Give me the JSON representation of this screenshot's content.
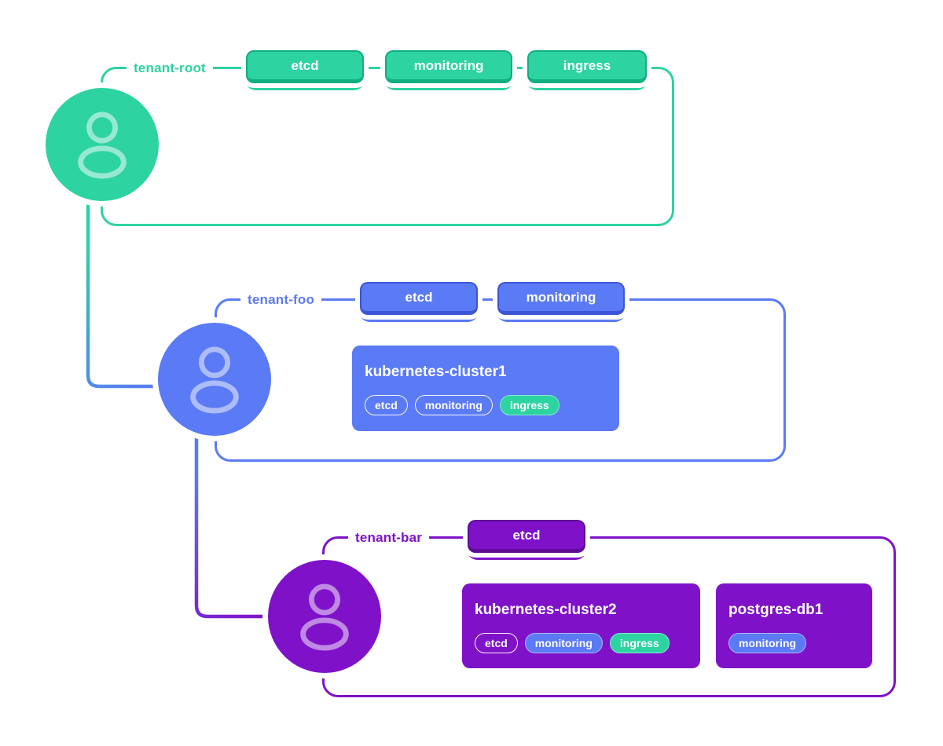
{
  "colors": {
    "green": "#2ed3a2",
    "green_dark": "#10ae80",
    "blue": "#5b7af5",
    "blue_dark": "#3c55d6",
    "purple": "#7f12c9",
    "purple_dark": "#5d0b96",
    "badge_text": "#ffffff"
  },
  "tenants": [
    {
      "label": "tenant-root",
      "color": "green",
      "tabs": [
        "etcd",
        "monitoring",
        "ingress"
      ],
      "cards": []
    },
    {
      "label": "tenant-foo",
      "color": "blue",
      "tabs": [
        "etcd",
        "monitoring"
      ],
      "cards": [
        {
          "title": "kubernetes-cluster1",
          "badges": [
            {
              "label": "etcd",
              "style": "outline"
            },
            {
              "label": "monitoring",
              "style": "outline"
            },
            {
              "label": "ingress",
              "style": "greenfill"
            }
          ]
        }
      ]
    },
    {
      "label": "tenant-bar",
      "color": "purple",
      "tabs": [
        "etcd"
      ],
      "cards": [
        {
          "title": "kubernetes-cluster2",
          "badges": [
            {
              "label": "etcd",
              "style": "outline"
            },
            {
              "label": "monitoring",
              "style": "bluefill"
            },
            {
              "label": "ingress",
              "style": "greenfill"
            }
          ]
        },
        {
          "title": "postgres-db1",
          "badges": [
            {
              "label": "monitoring",
              "style": "bluefill"
            }
          ]
        }
      ]
    }
  ],
  "connections": [
    {
      "from": "tenant-root",
      "to": "tenant-foo"
    },
    {
      "from": "tenant-foo",
      "to": "tenant-bar"
    }
  ]
}
